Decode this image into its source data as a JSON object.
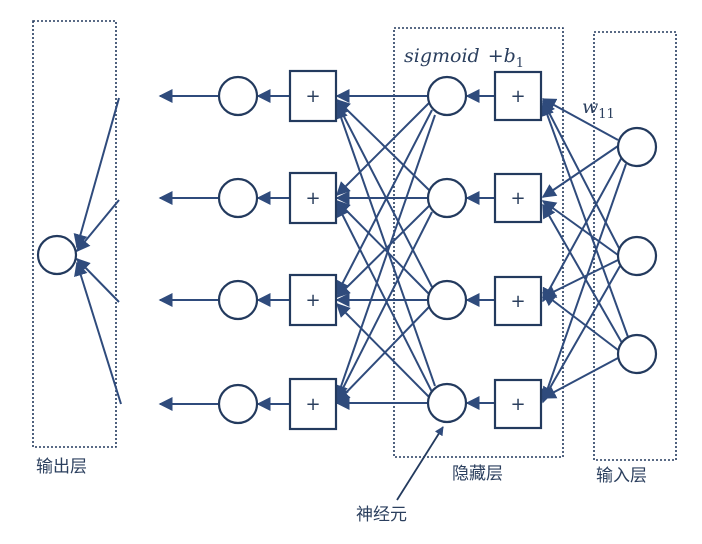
{
  "colors": {
    "primary": "#2f4b7c",
    "stroke_dark": "#233a5e",
    "text": "#2b3f5e",
    "background": "#ffffff"
  },
  "layers": {
    "output_label": "输出层",
    "hidden_label": "隐藏层",
    "input_label": "输入层"
  },
  "annotations": {
    "activation": "sigmoid",
    "bias_prefix": "+b",
    "bias_sub": "1",
    "weight_main": "w",
    "weight_sub": "11",
    "neuron_label": "神经元"
  },
  "nodes": {
    "sum_symbol": "+",
    "input_count": 3,
    "hidden_count": 4,
    "output_count": 1
  }
}
